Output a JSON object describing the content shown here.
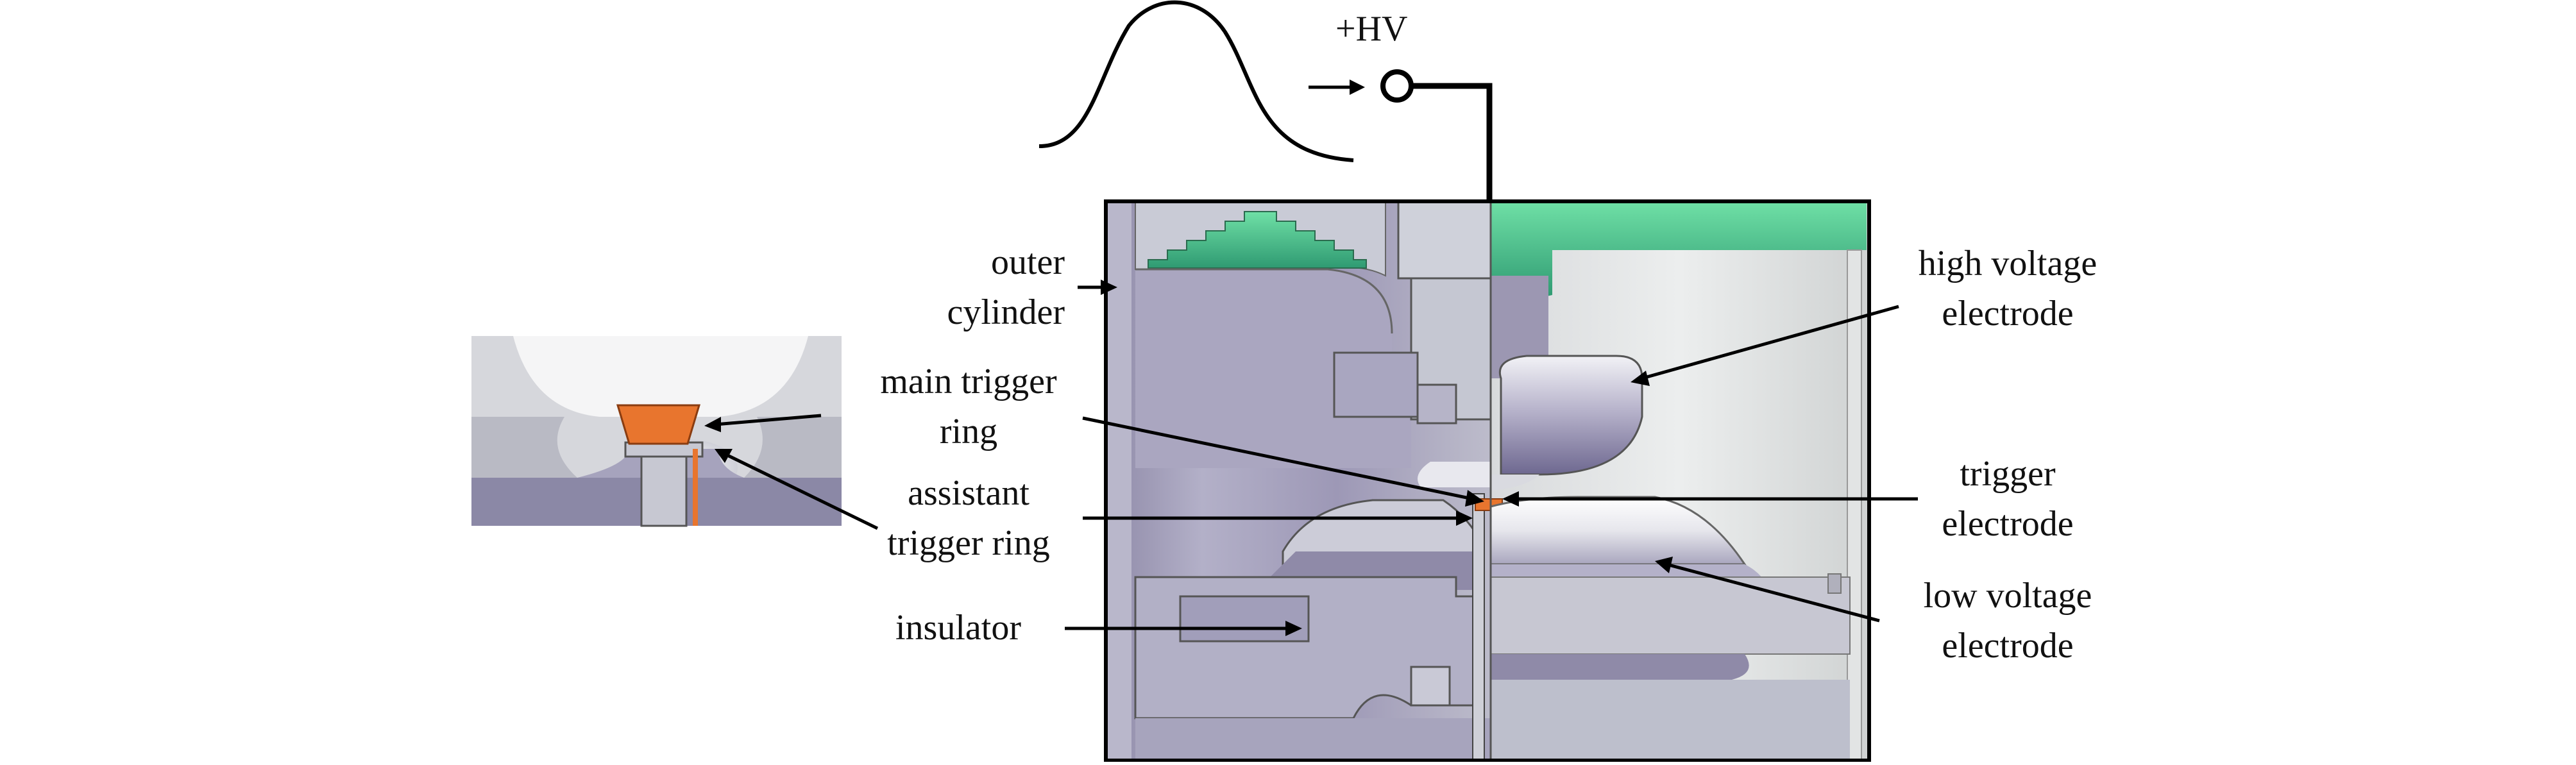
{
  "diagram": {
    "description_type": "cross-section of triggered switch",
    "pulse": {
      "source_label": "+HV"
    },
    "labels": {
      "outer_cylinder": [
        "outer",
        "cylinder"
      ],
      "main_trigger_ring": [
        "main trigger",
        "ring"
      ],
      "assistant_trigger_ring": [
        "assistant",
        "trigger ring"
      ],
      "insulator": "insulator",
      "high_voltage_electrode": [
        "high voltage",
        "electrode"
      ],
      "trigger_electrode": [
        "trigger",
        "electrode"
      ],
      "low_voltage_electrode": [
        "low voltage",
        "electrode"
      ]
    }
  },
  "colors": {
    "outline": "#1a1a1a",
    "metal_light": "#cfd2dc",
    "metal_mid": "#a9a8c4",
    "metal_dark": "#7f7a9c",
    "insulator_green": "#5fd49a",
    "trigger_orange": "#e8752e",
    "white_glow": "#f4f4f6"
  }
}
